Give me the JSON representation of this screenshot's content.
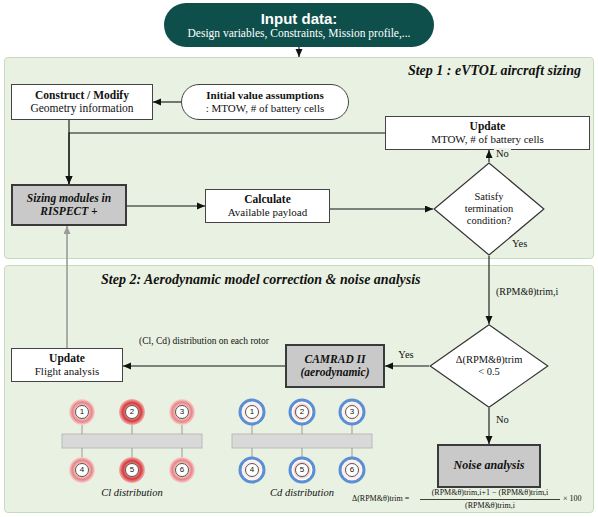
{
  "diagram": {
    "nodes": [
      {
        "text": [
          "Input data:",
          "Design variables, Constraints, Mission profile,..."
        ]
      },
      {
        "text": [
          "Step 1 : eVTOL aircraft sizing"
        ]
      },
      {
        "text": [
          "Construct / Modify",
          "Geometry information"
        ],
        "in": 1
      },
      {
        "text": [
          "Initial value assumptions",
          ": MTOW, # of battery cells"
        ],
        "in": 1
      },
      {
        "text": [
          "Update",
          "MTOW, # of battery cells"
        ],
        "in": 1
      },
      {
        "text": [
          "Sizing modules in RISPECT +"
        ],
        "in": 1
      },
      {
        "text": [
          "Calculate",
          "Available payload"
        ],
        "in": 1
      },
      {
        "text": [
          "Satisfy termination condition?"
        ],
        "in": 1
      },
      {
        "text": [
          "Step 2: Aerodynamic model correction & noise analysis"
        ]
      },
      {
        "text": [
          "Δ(RPM&θ)trim < 0.5"
        ],
        "in": 8
      },
      {
        "text": [
          "CAMRAD II (aerodynamic)"
        ],
        "in": 8
      },
      {
        "text": [
          "Update",
          "Flight analysis"
        ],
        "in": 8
      },
      {
        "text": [
          "Noise analysis"
        ],
        "in": 8
      }
    ],
    "edges": [
      {
        "from": 0,
        "to": 1,
        "arrow": "to"
      },
      {
        "from": 3,
        "to": 2,
        "arrow": "to"
      },
      {
        "from": 2,
        "to": 5,
        "arrow": "to"
      },
      {
        "from": 4,
        "to": 5,
        "arrow": "to"
      },
      {
        "from": 5,
        "to": 6,
        "arrow": "to"
      },
      {
        "from": 6,
        "to": 7,
        "arrow": "to"
      },
      {
        "from": 7,
        "to": 4,
        "arrow": "to",
        "label": "No"
      },
      {
        "from": 7,
        "to": 9,
        "arrow": "to",
        "label": "(RPM&θ)trim,i"
      },
      {
        "from": 9,
        "to": 10,
        "arrow": "to",
        "label": "Yes"
      },
      {
        "from": 9,
        "to": 12,
        "arrow": "to",
        "label": "No"
      },
      {
        "from": 10,
        "to": 11,
        "arrow": "to",
        "label": "(Cl, Cd) distribution on each rotor"
      },
      {
        "from": 11,
        "to": 5,
        "arrow": "to"
      }
    ],
    "labels": [
      "Yes",
      "1",
      "2",
      "3",
      "4",
      "5",
      "6",
      "1",
      "2",
      "3",
      "4",
      "5",
      "6",
      "Cl distribution",
      "Cd distribution",
      "Δ(RPM&θ)trim =",
      "(RPM&θ)trim,i+1 − (RPM&θ)trim,i",
      "(RPM&θ)trim,i",
      "× 100"
    ]
  }
}
